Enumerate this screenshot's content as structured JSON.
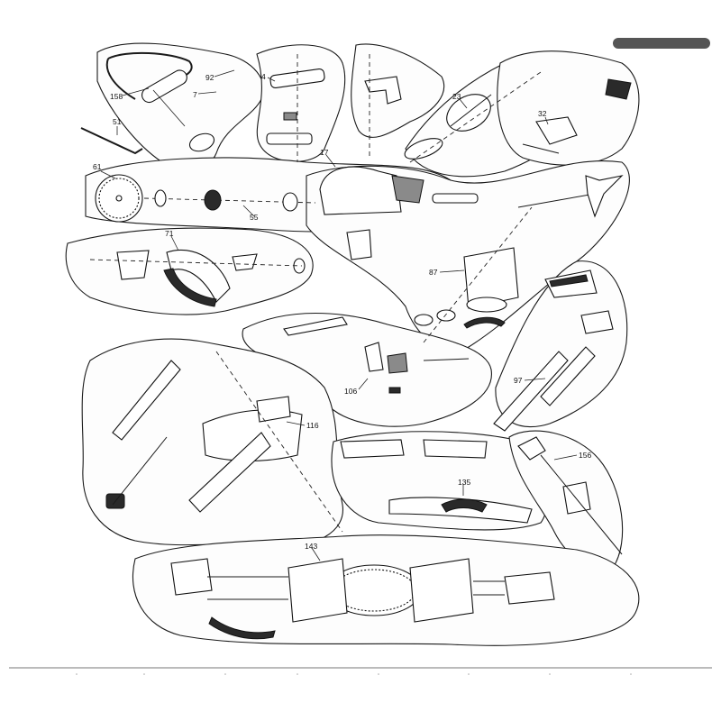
{
  "diagram": {
    "callouts": [
      {
        "id": "c158",
        "label": "158"
      },
      {
        "id": "c92",
        "label": "92"
      },
      {
        "id": "c7",
        "label": "7"
      },
      {
        "id": "c4",
        "label": "4"
      },
      {
        "id": "c51",
        "label": "51"
      },
      {
        "id": "c61",
        "label": "61"
      },
      {
        "id": "c55",
        "label": "55"
      },
      {
        "id": "c17",
        "label": "17"
      },
      {
        "id": "c23",
        "label": "23"
      },
      {
        "id": "c32",
        "label": "32"
      },
      {
        "id": "c71",
        "label": "71"
      },
      {
        "id": "c87",
        "label": "87"
      },
      {
        "id": "c106",
        "label": "106"
      },
      {
        "id": "c97",
        "label": "97"
      },
      {
        "id": "c116",
        "label": "116"
      },
      {
        "id": "c156",
        "label": "156"
      },
      {
        "id": "c135",
        "label": "135"
      },
      {
        "id": "c143",
        "label": "143"
      }
    ]
  }
}
